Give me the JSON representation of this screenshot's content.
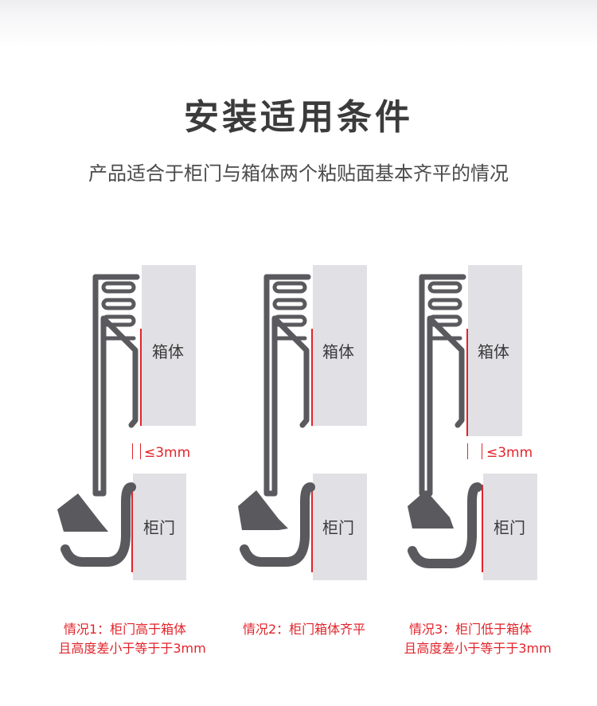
{
  "header": {
    "title": "安装适用条件",
    "subtitle": "产品适合于柜门与箱体两个粘贴面基本齐平的情况"
  },
  "labels": {
    "cabinet_box": "箱体",
    "cabinet_door": "柜门",
    "gap": "≤3mm"
  },
  "cases": [
    {
      "line1": "情况1：柜门高于箱体",
      "line2": "且高度差小于等于于3mm"
    },
    {
      "line1": "情况2：柜门箱体齐平",
      "line2": ""
    },
    {
      "line1": "情况3：柜门低于箱体",
      "line2": "且高度差小于等于于3mm"
    }
  ],
  "colors": {
    "accent_red": "#e2242b",
    "box_gray": "#e1e1e5",
    "hook_gray": "#58585c"
  }
}
